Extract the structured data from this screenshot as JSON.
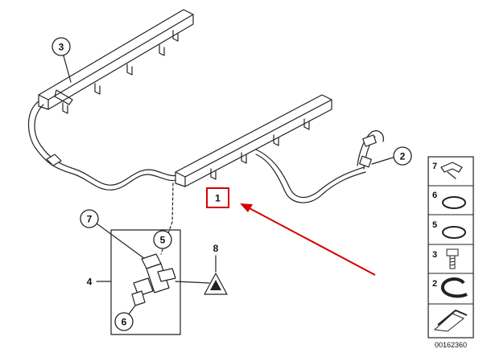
{
  "callouts": {
    "fuel_rail": "1",
    "hose_clamp": "2",
    "mount_bolt": "3",
    "injector_set": "4",
    "seal_ring_top": "5",
    "seal_ring_bottom": "6",
    "retaining_clip": "7",
    "warning_label": "8"
  },
  "legend": {
    "items": [
      {
        "label": "7",
        "icon": "clip-icon"
      },
      {
        "label": "6",
        "icon": "o-ring-icon"
      },
      {
        "label": "5",
        "icon": "o-ring-icon"
      },
      {
        "label": "3",
        "icon": "bolt-icon"
      },
      {
        "label": "2",
        "icon": "hose-clamp-icon"
      }
    ]
  },
  "diagram_code": "00162360",
  "colors": {
    "highlight": "#d40000",
    "line": "#222222"
  }
}
